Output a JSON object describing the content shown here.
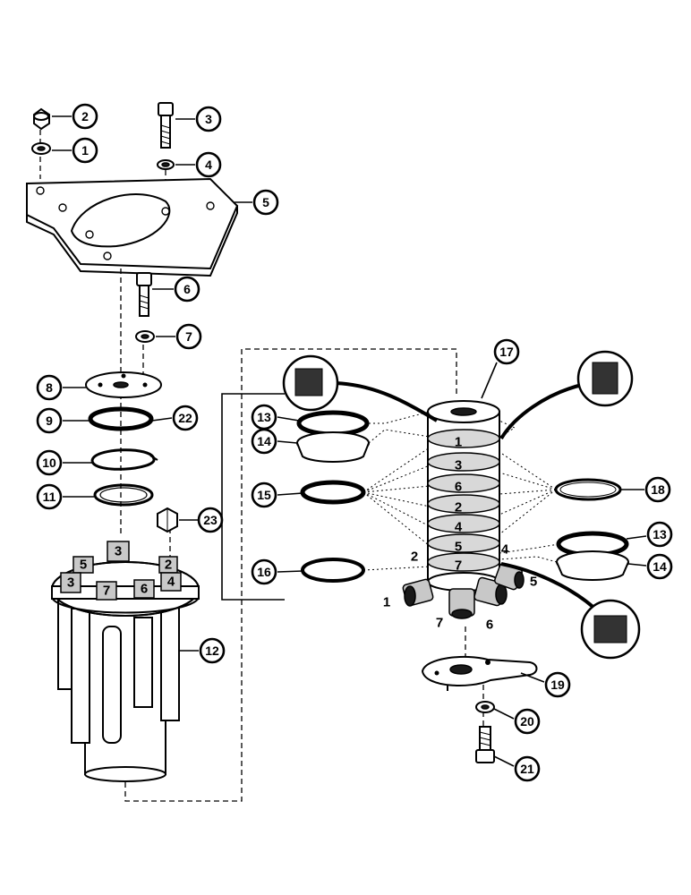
{
  "figure": {
    "callouts": {
      "c1": "1",
      "c2": "2",
      "c3": "3",
      "c4": "4",
      "c5": "5",
      "c6": "6",
      "c7": "7",
      "c8": "8",
      "c9": "9",
      "c10": "10",
      "c11": "11",
      "c12": "12",
      "c13a": "13",
      "c14a": "14",
      "c15": "15",
      "c16": "16",
      "c17": "17",
      "c18": "18",
      "c13b": "13",
      "c14b": "14",
      "c19": "19",
      "c20": "20",
      "c21": "21",
      "c22": "22",
      "c23": "23"
    },
    "spool_numbers": [
      "1",
      "3",
      "6",
      "2",
      "4",
      "5",
      "7"
    ],
    "port_labels": {
      "p1": "1",
      "p2": "2",
      "p4": "4",
      "p5": "5",
      "p6": "6",
      "p7": "7"
    },
    "housing_ports": [
      "5",
      "3",
      "3",
      "2",
      "7",
      "6",
      "4"
    ]
  },
  "colors": {
    "ink": "#000000",
    "paper": "#ffffff"
  }
}
